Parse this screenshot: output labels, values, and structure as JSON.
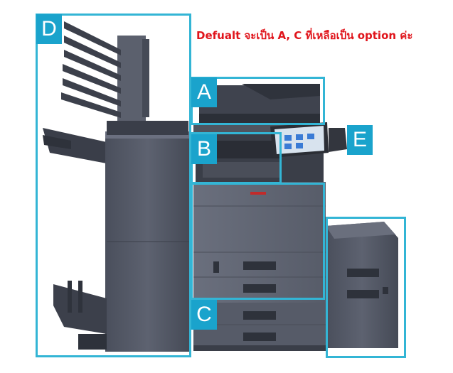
{
  "note": "Defualt จะเป็น A, C ที่เหลือเป็น option ค่ะ",
  "labels": {
    "a": "A",
    "b": "B",
    "c": "C",
    "d": "D",
    "e": "E"
  },
  "colors": {
    "frame": "#33b5d5",
    "badge": "#1aa3cc",
    "note": "#e0141b"
  }
}
